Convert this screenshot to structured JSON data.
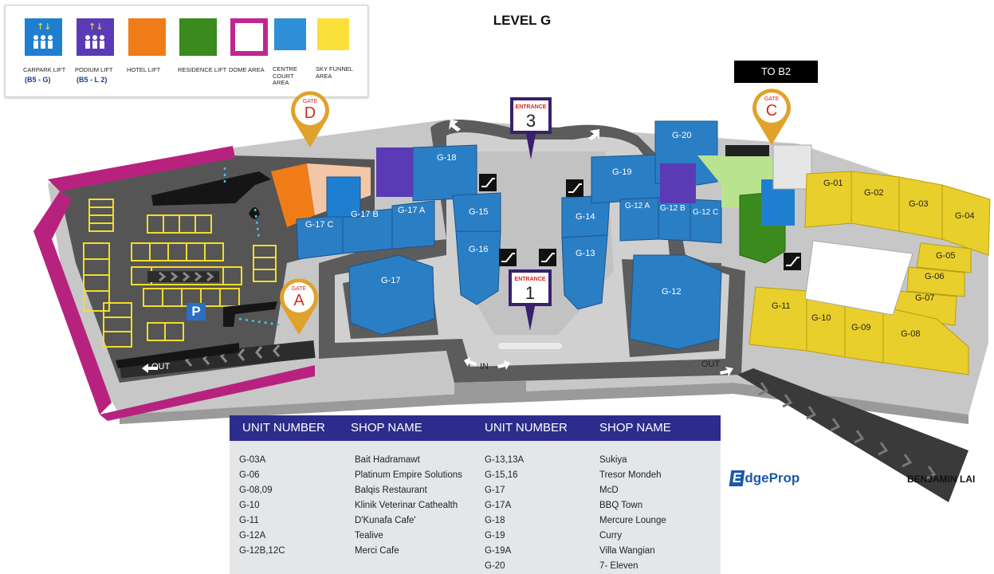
{
  "title": "LEVEL G",
  "to_b2": "TO B2",
  "legend": [
    {
      "label": "CARPARK LIFT",
      "sub": "(B5 - G)",
      "color": "#1e7fd1",
      "icon": "lift-icon"
    },
    {
      "label": "PODIUM LIFT",
      "sub": "(B5 - L 2)",
      "color": "#5b3bb5",
      "icon": "lift-icon"
    },
    {
      "label": "HOTEL LIFT",
      "sub": "",
      "color": "#f07c18",
      "icon": ""
    },
    {
      "label": "RESIDENCE LIFT",
      "sub": "",
      "color": "#3a8a1e",
      "icon": ""
    },
    {
      "label": "DOME AREA",
      "sub": "",
      "color": "#c2258f",
      "icon": ""
    },
    {
      "label": "CENTRE COURT AREA",
      "sub": "",
      "color": "#2f8fd6",
      "icon": ""
    },
    {
      "label": "SKY FUNNEL AREA",
      "sub": "",
      "color": "#f4dc3a",
      "icon": ""
    }
  ],
  "gates": [
    {
      "word": "GATE",
      "letter": "D"
    },
    {
      "word": "GATE",
      "letter": "C"
    },
    {
      "word": "GATE",
      "letter": "A"
    }
  ],
  "entrances": [
    {
      "word": "ENTRANCE",
      "number": "3"
    },
    {
      "word": "ENTRANCE",
      "number": "1"
    }
  ],
  "road_labels": {
    "out_left": "OUT",
    "in": "IN",
    "out_right": "OUT"
  },
  "parking_label": "P",
  "units": {
    "g18": "G-18",
    "g19": "G-19",
    "g20": "G-20",
    "g15": "G-15",
    "g16": "G-16",
    "g14": "G-14",
    "g13": "G-13",
    "g17c": "G-17 C",
    "g17b": "G-17 B",
    "g17a": "G-17 A",
    "g17": "G-17",
    "g12a": "G-12 A",
    "g12b": "G-12 B",
    "g12c": "G-12 C",
    "g12": "G-12",
    "g01": "G-01",
    "g02": "G-02",
    "g03": "G-03",
    "g04": "G-04",
    "g05": "G-05",
    "g06": "G-06",
    "g07": "G-07",
    "g08": "G-08",
    "g09": "G-09",
    "g10": "G-10",
    "g11": "G-11"
  },
  "table": {
    "headers": [
      "UNIT NUMBER",
      "SHOP NAME",
      "UNIT NUMBER",
      "SHOP NAME"
    ],
    "col1_units": [
      "G-03A",
      "G-06",
      "G-08,09",
      "G-10",
      "G-11",
      "G-12A",
      "G-12B,12C"
    ],
    "col1_shops": [
      "Bait Hadramawt",
      "Platinum Empire Solutions",
      "Balqis Restaurant",
      "Klinik Veterinar Cathealth",
      "D'Kunafa Cafe'",
      "Tealive",
      "Merci Cafe"
    ],
    "col2_units": [
      "G-13,13A",
      "G-15,16",
      "G-17",
      "G-17A",
      "G-18",
      "G-19",
      "G-19A",
      "G-20"
    ],
    "col2_shops": [
      "Sukiya",
      "Tresor Mondeh",
      "McD",
      "BBQ Town",
      "Mercure Lounge",
      "Curry",
      "Villa Wangian",
      "7- Eleven"
    ]
  },
  "brand": {
    "e": "E",
    "rest": "dgeProp"
  },
  "credit": "BENJAMIN LAI",
  "colors": {
    "blue": "#2a7ec4",
    "purple": "#5b3bb5",
    "orange": "#f07c18",
    "green": "#3a8a1e",
    "magenta": "#b8227f",
    "yellow": "#e9cf2c",
    "floor": "#c9c9c9",
    "road": "#5e5e5e",
    "header": "#2d2c8c"
  }
}
